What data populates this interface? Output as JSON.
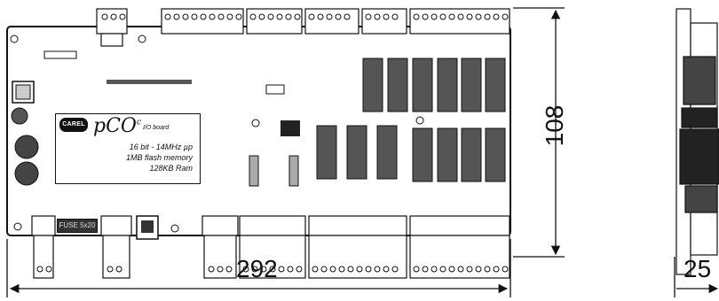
{
  "board_label": {
    "brand": "CAREL",
    "model": "pCO",
    "model_superscript": "c",
    "subtitle": "I/O board",
    "spec_lines": [
      "16 bit - 14MHz µp",
      "1MB flash memory",
      "128KB Ram"
    ]
  },
  "fuse_label": "FUSE 5x20",
  "dimensions": {
    "width": "292",
    "height": "108",
    "depth": "25"
  }
}
